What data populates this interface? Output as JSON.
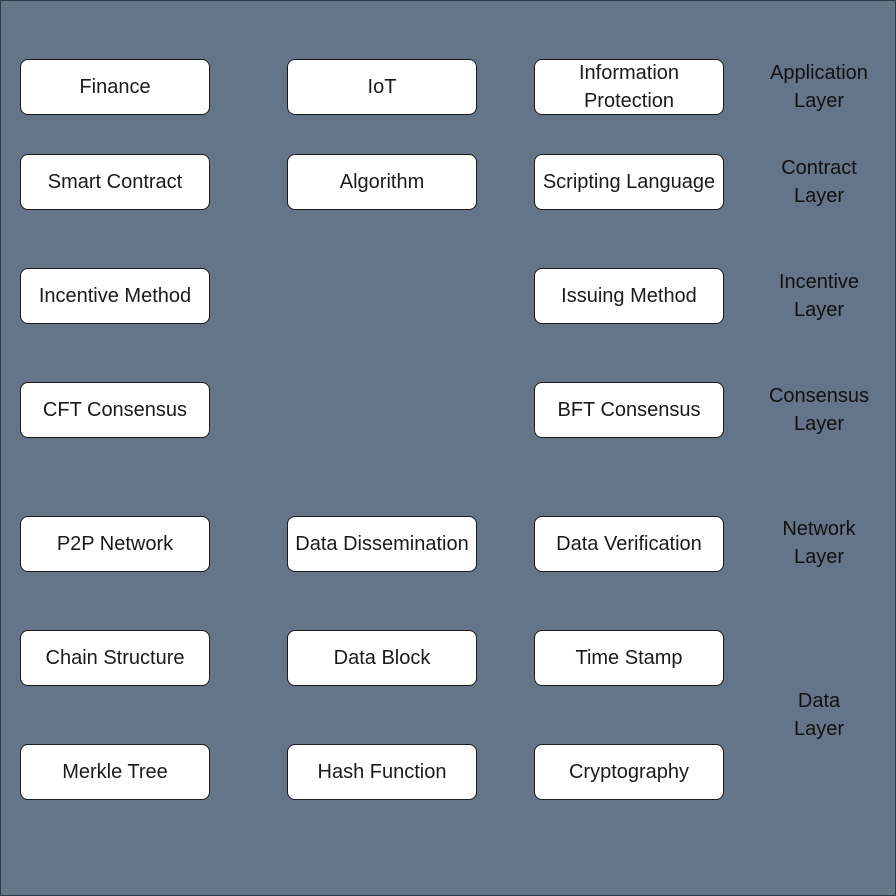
{
  "diagram": {
    "boxes": {
      "finance": "Finance",
      "iot": "IoT",
      "information_protection": "Information Protection",
      "smart_contract": "Smart Contract",
      "algorithm": "Algorithm",
      "scripting_language": "Scripting Language",
      "incentive_method": "Incentive Method",
      "issuing_method": "Issuing Method",
      "cft_consensus": "CFT Consensus",
      "bft_consensus": "BFT Consensus",
      "p2p_network": "P2P Network",
      "data_dissemination": "Data Dissemination",
      "data_verification": "Data Verification",
      "chain_structure": "Chain Structure",
      "data_block": "Data Block",
      "time_stamp": "Time Stamp",
      "merkle_tree": "Merkle Tree",
      "hash_function": "Hash Function",
      "cryptography": "Cryptography"
    },
    "layers": {
      "application": "Application\nLayer",
      "contract": "Contract\nLayer",
      "incentive": "Incentive\nLayer",
      "consensus": "Consensus\nLayer",
      "network": "Network\nLayer",
      "data": "Data\nLayer"
    },
    "colors": {
      "background": "#647589",
      "box_fill": "#ffffff",
      "box_border": "#1a1a1a"
    }
  }
}
